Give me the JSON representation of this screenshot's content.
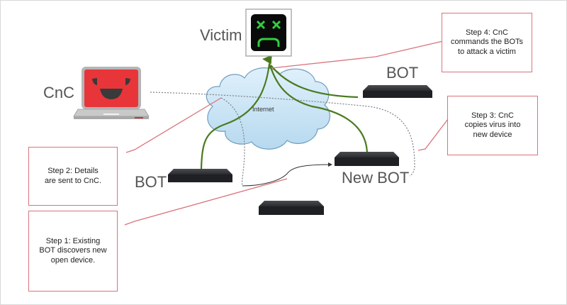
{
  "diagram": {
    "title": "IoT botnet propagation and attack",
    "nodes": {
      "victim": {
        "label": "Victim",
        "icon": "sad-face-screen-icon"
      },
      "cnc": {
        "label": "CnC",
        "icon": "evil-laptop-icon"
      },
      "internet": {
        "label": "Internet",
        "icon": "cloud-icon"
      },
      "bot_top_right": {
        "label": "BOT",
        "icon": "router-device-icon"
      },
      "bot_left": {
        "label": "BOT",
        "icon": "router-device-icon"
      },
      "new_bot": {
        "label": "New BOT",
        "icon": "router-device-icon"
      },
      "open_device": {
        "label": "",
        "icon": "router-device-icon"
      }
    },
    "steps": [
      {
        "id": "step1",
        "text": "Step 1: Existing\nBOT discovers new\nopen device."
      },
      {
        "id": "step2",
        "text": "Step 2: Details\nare sent to CnC."
      },
      {
        "id": "step3",
        "text": "Step 3: CnC\ncopies virus into\nnew device"
      },
      {
        "id": "step4",
        "text": "Step 4: CnC\ncommands the BOTs\nto attack a victim"
      }
    ],
    "colors": {
      "attack_line": "#4a7a1e",
      "callout_line": "#d9737c",
      "cloud_fill": "#c9e3f3",
      "cloud_stroke": "#6f9fbf",
      "laptop_screen": "#e8353a",
      "victim_glyph": "#2fcf3f",
      "device_body": "#2b2d30"
    }
  }
}
